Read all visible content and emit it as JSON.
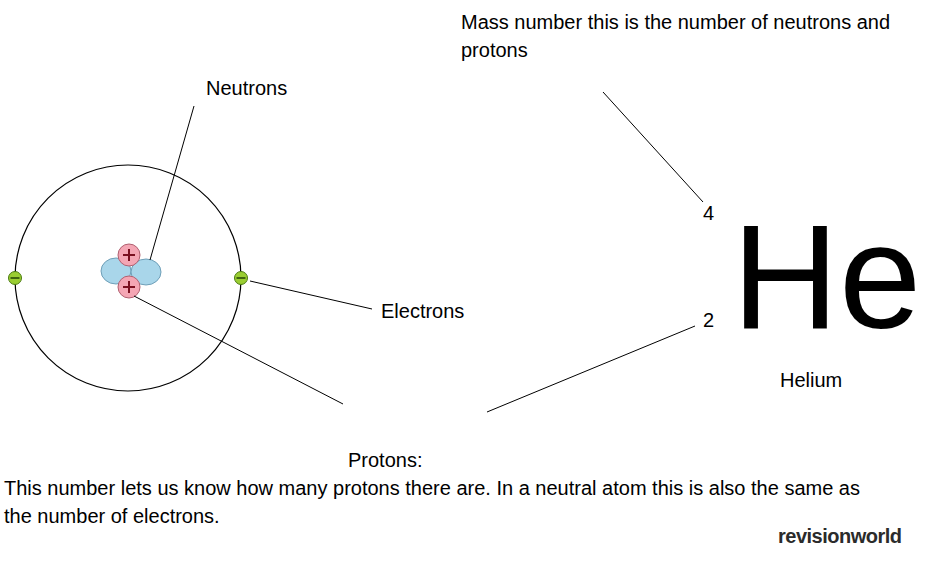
{
  "diagram": {
    "labels": [
      "Mass number this is the number of neutrons and protons",
      "Neutrons",
      "4",
      "He",
      "Electrons",
      "2",
      "Helium",
      "Protons:",
      "This number lets us know how many protons there are. In a neutral atom this is also the same as the number of electrons.",
      "revisionworld"
    ]
  }
}
